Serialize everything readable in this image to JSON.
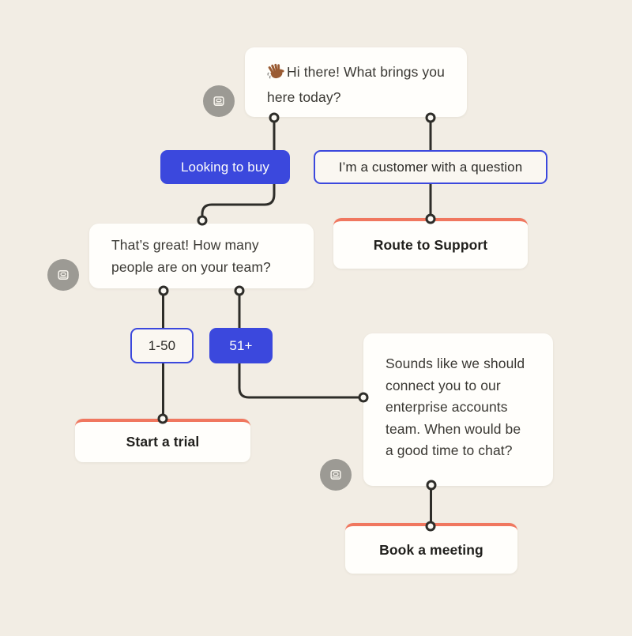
{
  "page": {
    "type": "chatbot-flow-canvas",
    "background": "#f2ede4"
  },
  "colors": {
    "primary_blue": "#3b48dd",
    "action_accent_red": "#f0775f",
    "connector_line": "#2e2d29",
    "card_background": "#fffefb",
    "icon_circle_gray": "#9c9a94"
  },
  "nodes": {
    "bot_message_1": {
      "type": "bot-message",
      "emoji": "👋🏾",
      "text": "Hi there! What brings you here today?"
    },
    "reply_buy": {
      "type": "reply-button",
      "style": "filled",
      "label": "Looking to buy"
    },
    "reply_customer": {
      "type": "reply-button",
      "style": "outlined",
      "label": "I’m a customer with a question"
    },
    "bot_message_2": {
      "type": "bot-message",
      "text": "That’s great! How many people are on your team?"
    },
    "action_route_support": {
      "type": "action-card",
      "label": "Route to Support"
    },
    "reply_1_50": {
      "type": "reply-button",
      "style": "outlined",
      "label": "1-50"
    },
    "reply_51_plus": {
      "type": "reply-button",
      "style": "filled",
      "label": "51+"
    },
    "bot_message_3": {
      "type": "bot-message",
      "text": "Sounds like we should connect you to our enterprise accounts team. When would be a good time to chat?"
    },
    "action_start_trial": {
      "type": "action-card",
      "label": "Start a trial"
    },
    "action_book_meeting": {
      "type": "action-card",
      "label": "Book a meeting"
    }
  },
  "edges": [
    {
      "from": "bot_message_1",
      "via": "reply_buy",
      "to": "bot_message_2"
    },
    {
      "from": "bot_message_1",
      "via": "reply_customer",
      "to": "action_route_support"
    },
    {
      "from": "bot_message_2",
      "via": "reply_1_50",
      "to": "action_start_trial"
    },
    {
      "from": "bot_message_2",
      "via": "reply_51_plus",
      "to": "bot_message_3"
    },
    {
      "from": "bot_message_3",
      "to": "action_book_meeting"
    }
  ],
  "icons": {
    "bot_badge": "message-icon",
    "greeting": "waving-hand-emoji"
  }
}
